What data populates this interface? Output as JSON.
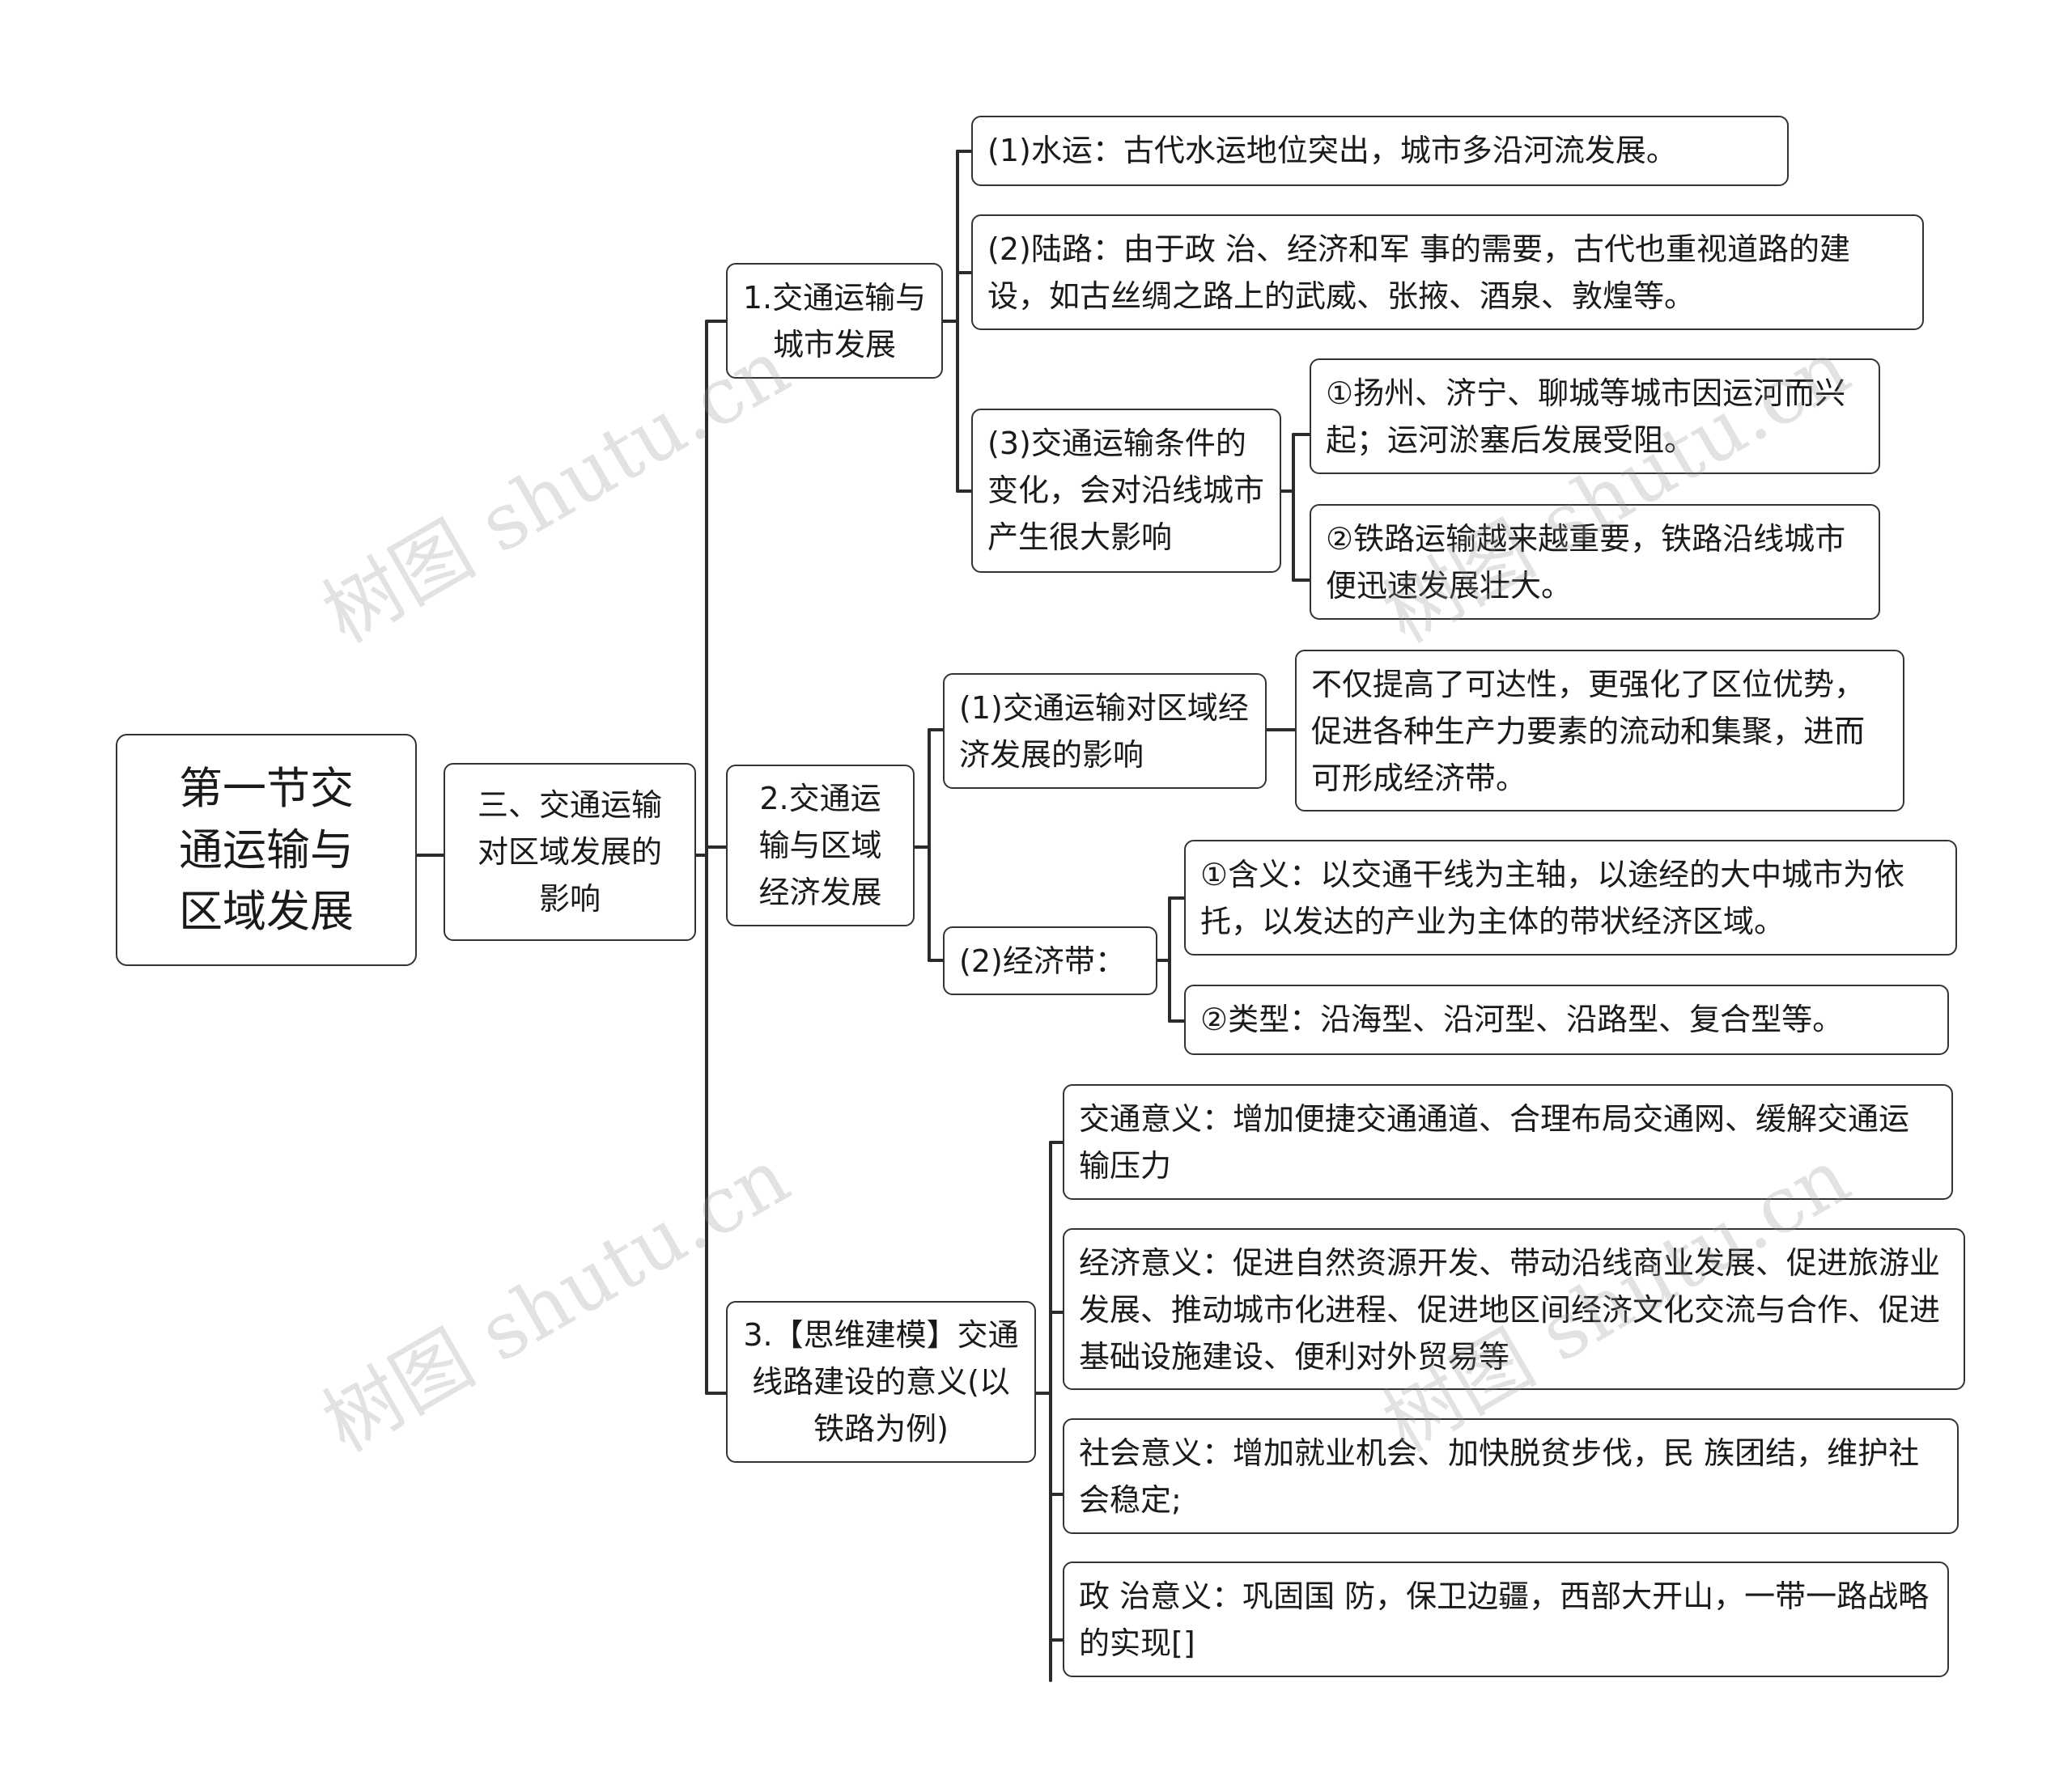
{
  "root": "第一节交通运输与区域发展",
  "section": "三、交通运输对区域发展的影响",
  "topics": [
    {
      "label": "1.交通运输与城市发展",
      "items": [
        {
          "label": "(1)水运：古代水运地位突出，城市多沿河流发展。"
        },
        {
          "label": "(2)陆路：由于政 治、经济和军 事的需要，古代也重视道路的建设，如古丝绸之路上的武威、张掖、酒泉、敦煌等。"
        },
        {
          "label": "(3)交通运输条件的变化，会对沿线城市产生很大影响",
          "children": [
            "①扬州、济宁、聊城等城市因运河而兴起；运河淤塞后发展受阻。",
            "②铁路运输越来越重要，铁路沿线城市便迅速发展壮大。"
          ]
        }
      ]
    },
    {
      "label": "2.交通运输与区域经济发展",
      "items": [
        {
          "label": "(1)交通运输对区域经济发展的影响",
          "children": [
            "不仅提高了可达性，更强化了区位优势，促进各种生产力要素的流动和集聚，进而可形成经济带。"
          ]
        },
        {
          "label": "(2)经济带：",
          "children": [
            "①含义：以交通干线为主轴，以途经的大中城市为依托，以发达的产业为主体的带状经济区域。",
            "②类型：沿海型、沿河型、沿路型、复合型等。"
          ]
        }
      ]
    },
    {
      "label": "3.【思维建模】交通线路建设的意义(以铁路为例)",
      "items": [
        {
          "label": "交通意义：增加便捷交通通道、合理布局交通网、缓解交通运输压力"
        },
        {
          "label": "经济意义：促进自然资源开发、带动沿线商业发展、促进旅游业发展、推动城市化进程、促进地区间经济文化交流与合作、促进基础设施建设、便利对外贸易等"
        },
        {
          "label": "社会意义：增加就业机会、加快脱贫步伐，民 族团结，维护社会稳定;"
        },
        {
          "label": "政 治意义：巩固国 防，保卫边疆，西部大开山，一带一路战略的实现[]"
        }
      ]
    }
  ],
  "watermark": "树图 shutu.cn"
}
